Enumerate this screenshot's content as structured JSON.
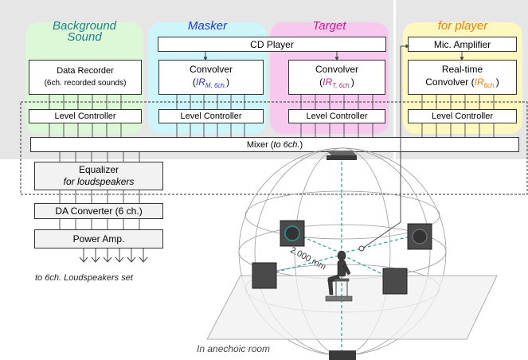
{
  "sections": {
    "background": {
      "title_line1": "Background",
      "title_line2": "Sound",
      "box_line1": "Data Recorder",
      "box_line2": "(6ch. recorded sounds)",
      "level": "Level Controller",
      "title_color": "#1f7e8f",
      "region_color": "#dcf8d6"
    },
    "masker": {
      "title": "Masker",
      "box_line1": "Convolver",
      "ir_open": "(",
      "ir_main": "IR",
      "ir_sub": "M, 6ch.",
      "ir_close": ")",
      "level": "Level Controller",
      "title_color": "#2b36c8",
      "ir_color": "#2b36c8",
      "region_color": "#cdf5fa"
    },
    "target": {
      "title": "Target",
      "box_line1": "Convolver",
      "ir_open": "(",
      "ir_main": "IR",
      "ir_sub": "T, 6ch.",
      "ir_close": ")",
      "level": "Level Controller",
      "title_color": "#c2248a",
      "ir_color": "#c2248a",
      "region_color": "#f8c9ee"
    },
    "player": {
      "title": "for player",
      "mic": "Mic. Amplifier",
      "box_line1": "Real-time",
      "box_line2_prefix": "Convolver (",
      "ir_main": "IR",
      "ir_sub": "6ch.",
      "ir_close": ")",
      "level": "Level Controller",
      "title_color": "#f07d10",
      "ir_color": "#f07d10",
      "region_color": "#fdf8c0"
    }
  },
  "cd_player": "CD Player",
  "mixer": {
    "prefix": "Mixer (",
    "italic": "to 6ch.",
    "suffix": ")"
  },
  "equalizer": {
    "line1": "Equalizer",
    "line2": "for loudspeakers"
  },
  "da_converter": "DA Converter (6 ch.)",
  "power_amp": "Power Amp.",
  "speakers_caption": "to 6ch. Loudspeakers set",
  "distance_label": "2,000 mm",
  "room_caption": "In anechoic room",
  "colors": {
    "panel_bg": "#e6e6e6",
    "dashed_line": "#333333",
    "speaker_ray": "#2a9a9a"
  }
}
